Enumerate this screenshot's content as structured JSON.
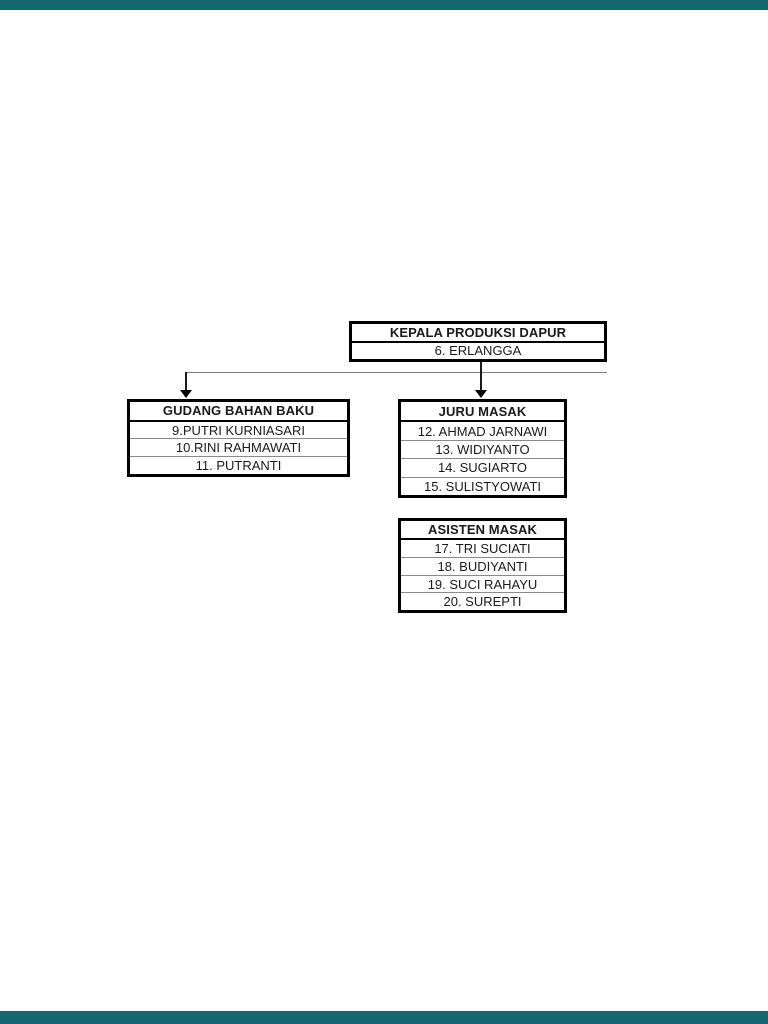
{
  "viewer": {
    "background_strip_color": "#15686e"
  },
  "chart": {
    "type": "org-chart",
    "root": {
      "title": "KEPALA PRODUKSI DAPUR",
      "members": [
        "6. ERLANGGA"
      ]
    },
    "groups": [
      {
        "title": "GUDANG BAHAN BAKU",
        "members": [
          "9.PUTRI KURNIASARI",
          "10.RINI RAHMAWATI",
          "11. PUTRANTI"
        ]
      },
      {
        "title": "JURU MASAK",
        "members": [
          "12. AHMAD JARNAWI",
          "13. WIDIYANTO",
          "14. SUGIARTO",
          "15. SULISTYOWATI"
        ]
      },
      {
        "title": "ASISTEN MASAK",
        "members": [
          "17. TRI SUCIATI",
          "18. BUDIYANTI",
          "19. SUCI RAHAYU",
          "20. SUREPTI"
        ]
      }
    ],
    "colors": {
      "box_border": "#000000",
      "row_separator": "#8a8a8a",
      "connector_line": "#808080",
      "arrow": "#000000"
    }
  }
}
